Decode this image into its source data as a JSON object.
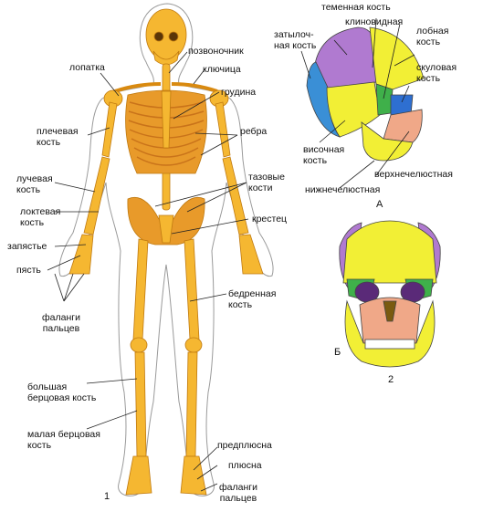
{
  "figure_numbers": {
    "skeleton": "1",
    "skull": "2"
  },
  "panel_letters": {
    "a": "А",
    "b": "Б"
  },
  "skeleton_labels": {
    "spine": "позвоночник",
    "scapula": "лопатка",
    "clavicle": "ключица",
    "sternum": "грудина",
    "humerus_line1": "плечевая",
    "humerus_line2": "кость",
    "ribs": "ребра",
    "radius_line1": "лучевая",
    "radius_line2": "кость",
    "pelvic_line1": "тазовые",
    "pelvic_line2": "кости",
    "ulna_line1": "локтевая",
    "ulna_line2": "кость",
    "sacrum": "крестец",
    "wrist": "запястье",
    "metacarpus": "пясть",
    "phalanges_hand_line1": "фаланги",
    "phalanges_hand_line2": "пальцев",
    "femur_line1": "бедренная",
    "femur_line2": "кость",
    "tibia_line1": "большая",
    "tibia_line2": "берцовая кость",
    "fibula_line1": "малая берцовая",
    "fibula_line2": "кость",
    "tarsus": "предплюсна",
    "metatarsus": "плюсна",
    "phalanges_foot_line1": "фаланги",
    "phalanges_foot_line2": "пальцев"
  },
  "skull_labels": {
    "parietal": "теменная кость",
    "sphenoid": "клиновидная",
    "occipital_line1": "затылоч-",
    "occipital_line2": "ная кость",
    "frontal_line1": "лобная",
    "frontal_line2": "кость",
    "zygomatic_line1": "скуловая",
    "zygomatic_line2": "кость",
    "temporal_line1": "височная",
    "temporal_line2": "кость",
    "maxilla": "верхнечелюстная",
    "mandible": "нижнечелюстная"
  },
  "colors": {
    "bone": "#f5b731",
    "bone_dark": "#d98a10",
    "outline": "#9a9a9a",
    "parietal": "#b07ad0",
    "frontal": "#f2ef35",
    "occipital": "#3a8fd6",
    "temporal": "#f2ef35",
    "sphenoid": "#3fb04a",
    "zygomatic": "#2e6fd1",
    "maxilla": "#f0a888",
    "mandible": "#f2ef35"
  }
}
